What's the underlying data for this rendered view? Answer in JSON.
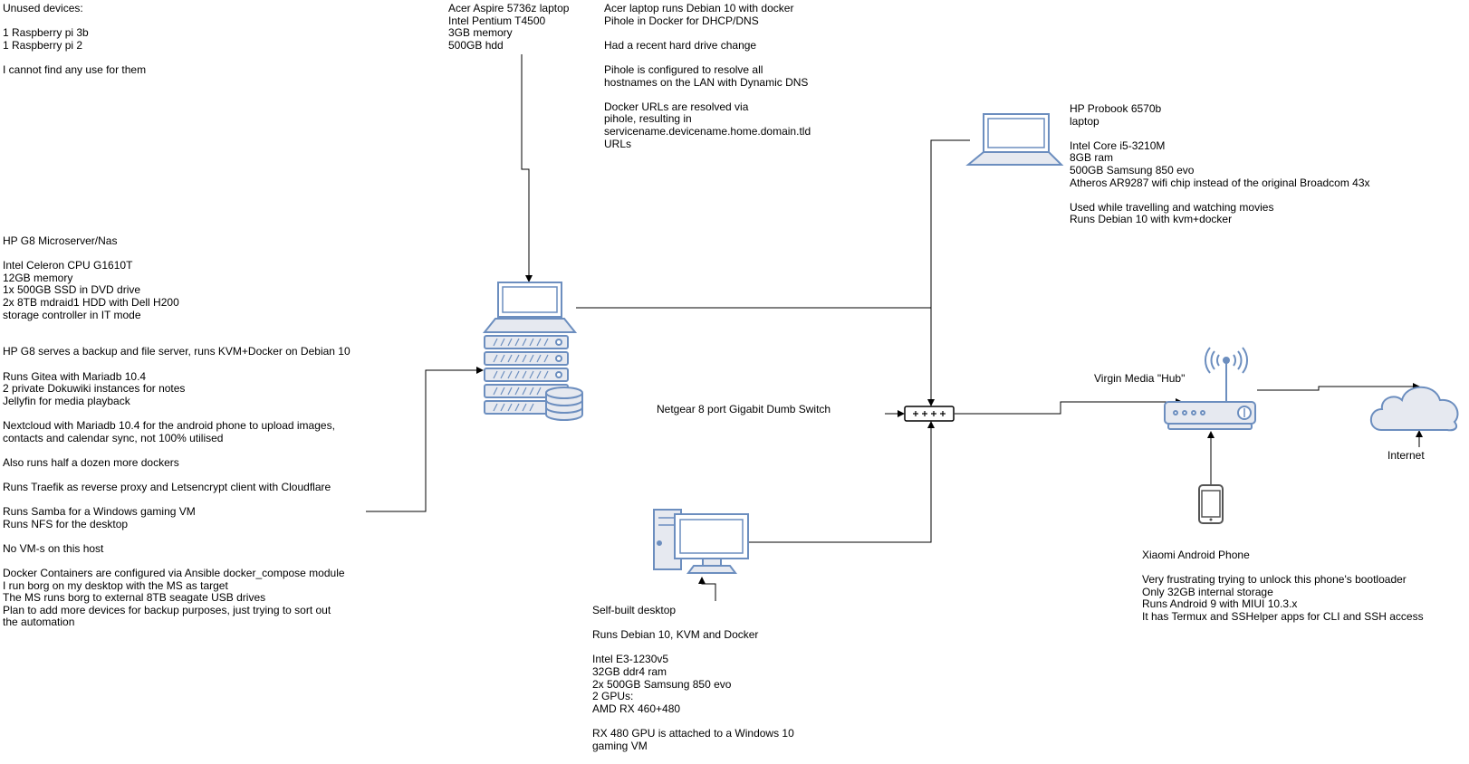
{
  "notes": {
    "unused": [
      "Unused devices:",
      "",
      "1 Raspberry pi 3b",
      "1 Raspberry pi 2",
      "",
      "I cannot find any use for them"
    ],
    "acer_specs": [
      "Acer Aspire 5736z laptop",
      "Intel Pentium T4500",
      "3GB memory",
      "500GB hdd"
    ],
    "acer_notes": [
      "Acer laptop runs Debian 10 with docker",
      "Pihole in Docker for DHCP/DNS",
      "",
      "Had a recent hard drive change",
      "",
      "Pihole is configured to resolve all",
      "hostnames on the LAN with Dynamic DNS",
      "",
      "Docker URLs are resolved via",
      "pihole, resulting in",
      "servicename.devicename.home.domain.tld",
      "URLs"
    ],
    "hp_probook": [
      "HP Probook 6570b",
      "laptop",
      "",
      "Intel Core i5-3210M",
      "8GB ram",
      "500GB Samsung 850 evo",
      "Atheros AR9287 wifi chip instead of the original Broadcom 43x",
      "",
      "Used while travelling and watching movies",
      "Runs Debian 10 with kvm+docker"
    ],
    "hp_g8": [
      "HP G8 Microserver/Nas",
      "",
      "Intel Celeron CPU G1610T",
      "12GB memory",
      "1x 500GB SSD in DVD drive",
      "2x 8TB mdraid1 HDD with Dell H200",
      "storage controller in IT mode",
      "",
      "",
      "HP G8 serves a backup and file server, runs KVM+Docker on Debian 10",
      "",
      "Runs Gitea with Mariadb 10.4",
      "2 private Dokuwiki instances for notes",
      "Jellyfin for media playback",
      "",
      "Nextcloud with Mariadb 10.4 for the android phone to upload images,",
      "contacts and calendar sync, not 100% utilised",
      "",
      "Also runs half a dozen more dockers",
      "",
      "Runs Traefik as reverse proxy and Letsencrypt client with Cloudflare",
      "",
      "Runs Samba for a Windows gaming VM",
      "Runs NFS for the desktop",
      "",
      "No VM-s on this host",
      "",
      "Docker Containers are configured via Ansible docker_compose module",
      "I run borg on my desktop with the MS as target",
      "The MS runs borg to external 8TB seagate USB drives",
      "Plan to add more devices for backup purposes, just trying to sort out",
      "the automation"
    ],
    "desktop": [
      "Self-built desktop",
      "",
      "Runs Debian 10, KVM and Docker",
      "",
      "Intel E3-1230v5",
      "32GB ddr4 ram",
      "2x 500GB Samsung 850 evo",
      "2 GPUs:",
      "AMD RX 460+480",
      "",
      "RX 480 GPU is attached to a Windows 10",
      "gaming VM"
    ],
    "xiaomi": [
      "Xiaomi Android Phone",
      "",
      "Very frustrating trying to unlock this phone's bootloader",
      "Only 32GB internal storage",
      "Runs Android 9 with MIUI 10.3.x",
      "It has Termux and SSHelper apps for CLI and SSH access"
    ]
  },
  "labels": {
    "switch": "Netgear 8 port Gigabit Dumb Switch",
    "router": "Virgin Media \"Hub\"",
    "internet": "Internet"
  },
  "colors": {
    "icon_stroke": "#6c8ebf",
    "icon_fill": "#ffffff",
    "icon_body": "#e6e9f0",
    "cloud_fill": "#e6e9f0",
    "edge": "#000000"
  }
}
